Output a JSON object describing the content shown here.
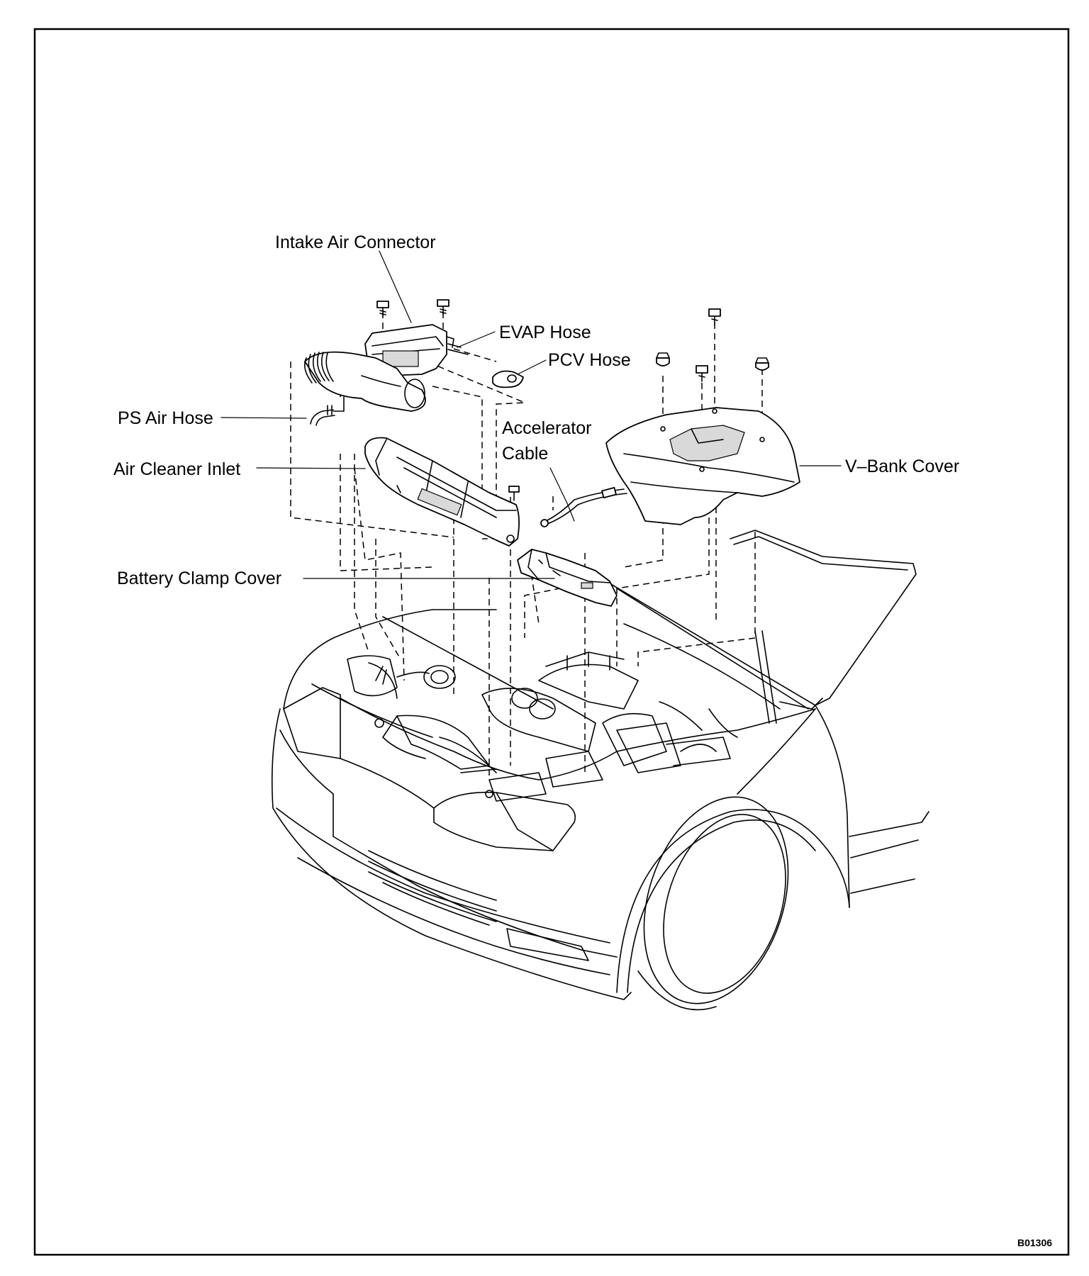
{
  "diagram": {
    "labels": {
      "intake_air_connector": "Intake Air Connector",
      "evap_hose": "EVAP Hose",
      "pcv_hose": "PCV Hose",
      "ps_air_hose": "PS Air Hose",
      "accelerator_cable_line1": "Accelerator",
      "accelerator_cable_line2": "Cable",
      "air_cleaner_inlet": "Air Cleaner Inlet",
      "v_bank_cover": "V–Bank Cover",
      "battery_clamp_cover": "Battery Clamp Cover"
    },
    "figure_code": "B01306"
  }
}
